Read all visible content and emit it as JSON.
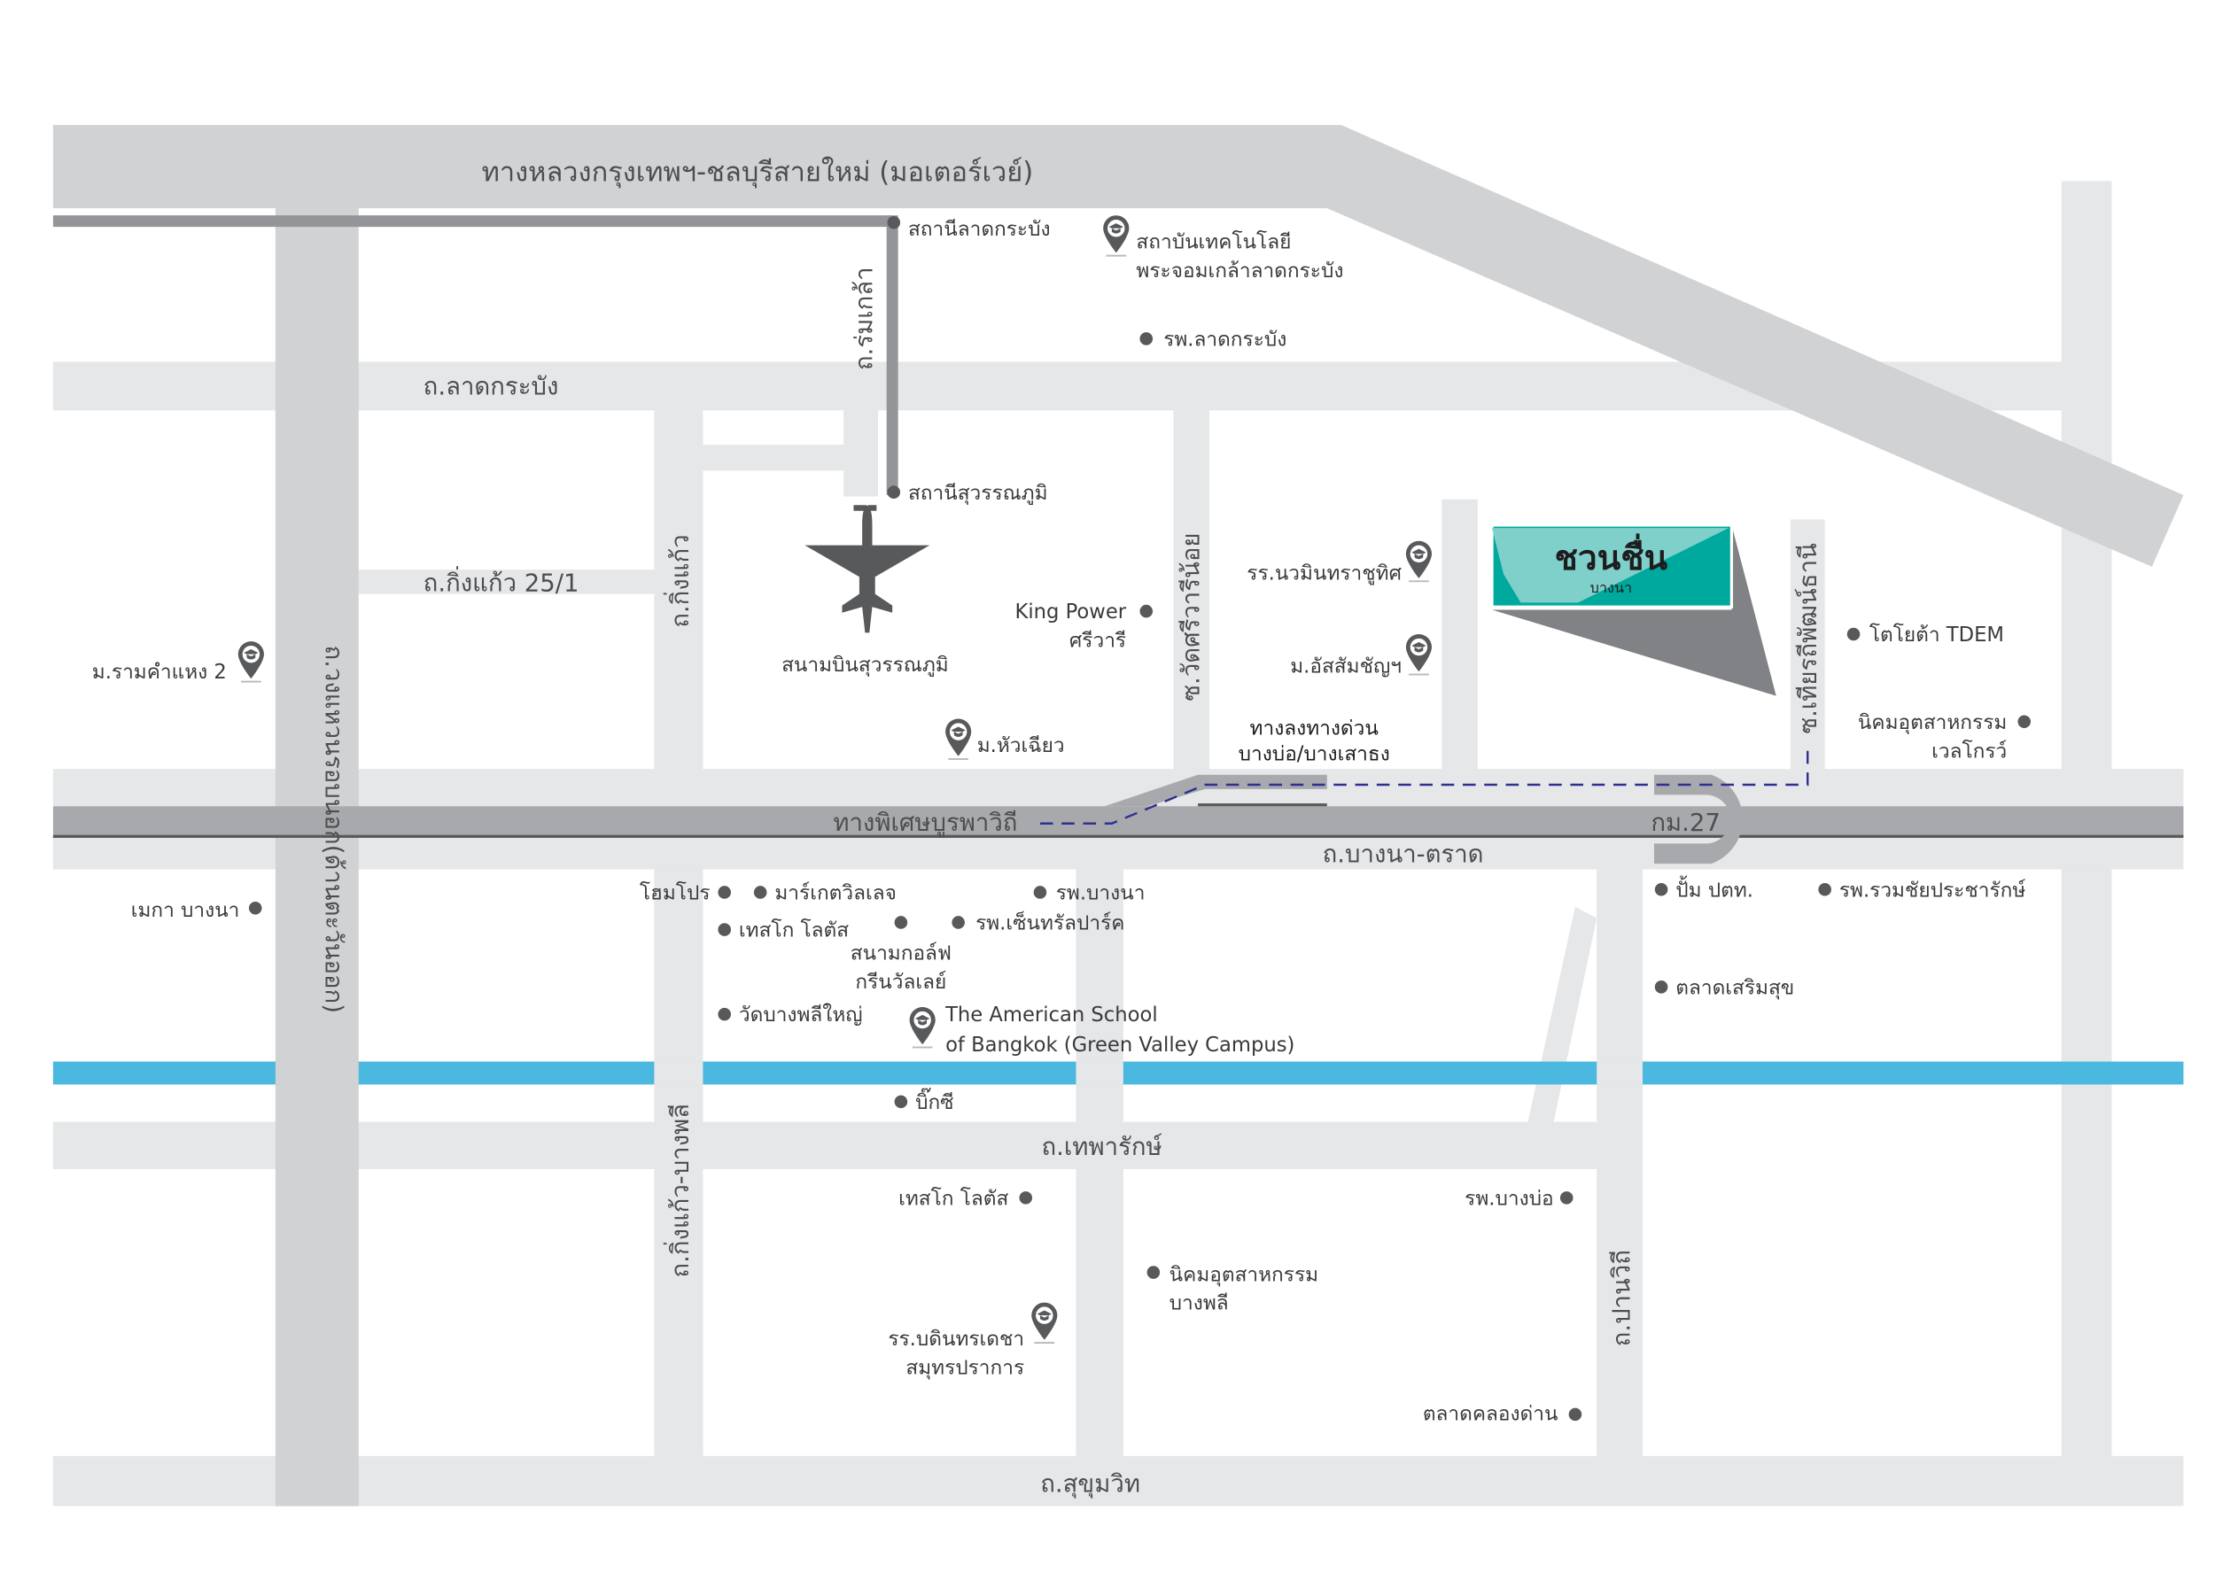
{
  "roads": {
    "motorway": "ทางหลวงกรุงเทพฯ-ชลบุรีสายใหม่ (มอเตอร์เวย์)",
    "lat_krabang": "ถ.ลาดกระบัง",
    "rom_klao": "ถ.ร่มเกล้า",
    "king_kaew_25_1": "ถ.กิ่งแก้ว 25/1",
    "king_kaew": "ถ.กิ่งแก้ว",
    "wat_si_wari": "ซ.วัดศรีวารีน้อย",
    "thianrat": "ซ.เทียรถีพัฒน์ธานี",
    "ring_road": "ถ.วงแหวนรอบนอก(ด้านตะวันออก)",
    "burapha": "ทางพิเศษบูรพาวิถี",
    "bangna_trat": "ถ.บางนา-ตราด",
    "km27": "กม.27",
    "king_kaew_bang_phli": "ถ.กิ่งแก้ว-บางพลี",
    "theparak": "ถ.เทพารักษ์",
    "pan_withi": "ถ.ปานวิถี",
    "sukhumvit": "ถ.สุขุมวิท"
  },
  "project": {
    "name": "ชวนชื่น",
    "sub": "บางนา",
    "color": "#00a99d"
  },
  "expressway_exit": [
    "ทางลงทางด่วน",
    "บางบ่อ/บางเสาธง"
  ],
  "places": {
    "lat_krabang_station": "สถานีลาดกระบัง",
    "kmitl": [
      "สถาบันเทคโนโลยี",
      "พระจอมเกล้าลาดกระบัง"
    ],
    "lat_krabang_hospital": "รพ.ลาดกระบัง",
    "suvarnabhumi_station": "สถานีสุวรรณภูมิ",
    "airport": "สนามบินสุวรรณภูมิ",
    "king_power": [
      "King Power",
      "ศรีวารี"
    ],
    "nawamin_school": "รร.นวมินทราชูทิศ",
    "assumption": "ม.อัสสัมชัญฯ",
    "hua_chiew": "ม.หัวเฉียว",
    "ramkhamhaeng2": "ม.รามคำแหง 2",
    "toyota": "โตโยต้า TDEM",
    "wellgrow": [
      "นิคมอุตสาหกรรม",
      "เวลโกรว์"
    ],
    "mega": "เมกา บางนา",
    "homepro": "โฮมโปร",
    "market_village": "มาร์เกตวิลเลจ",
    "bangna_hospital": "รพ.บางนา",
    "tesco1": "เทสโก โลตัส",
    "central_park_hospital": "รพ.เซ็นทรัลปาร์ค",
    "golf": [
      "สนามกอล์ฟ",
      "กรีนวัลเลย์"
    ],
    "wat_bang_phli": "วัดบางพลีใหญ่",
    "american_school": [
      "The American School",
      "of Bangkok (Green Valley Campus)"
    ],
    "ptt": "ปั้ม ปตท.",
    "ruamchai": "รพ.รวมชัยประชารักษ์",
    "soemsuk": "ตลาดเสริมสุข",
    "big_c": "บิ๊กซี",
    "tesco2": "เทสโก โลตัส",
    "bang_bo_hospital": "รพ.บางบ่อ",
    "bang_phli_estate": [
      "นิคมอุตสาหกรรม",
      "บางพลี"
    ],
    "bundit_school": [
      "รร.บดินทรเดชา",
      "สมุทรปราการ"
    ],
    "khlong_dan": "ตลาดคลองด่าน"
  },
  "colors": {
    "canal": "#4ab8df",
    "road_light": "#e6e7e8",
    "road_mid": "#d1d2d4",
    "road_dark": "#a7a9ac",
    "route": "#2e3192"
  }
}
